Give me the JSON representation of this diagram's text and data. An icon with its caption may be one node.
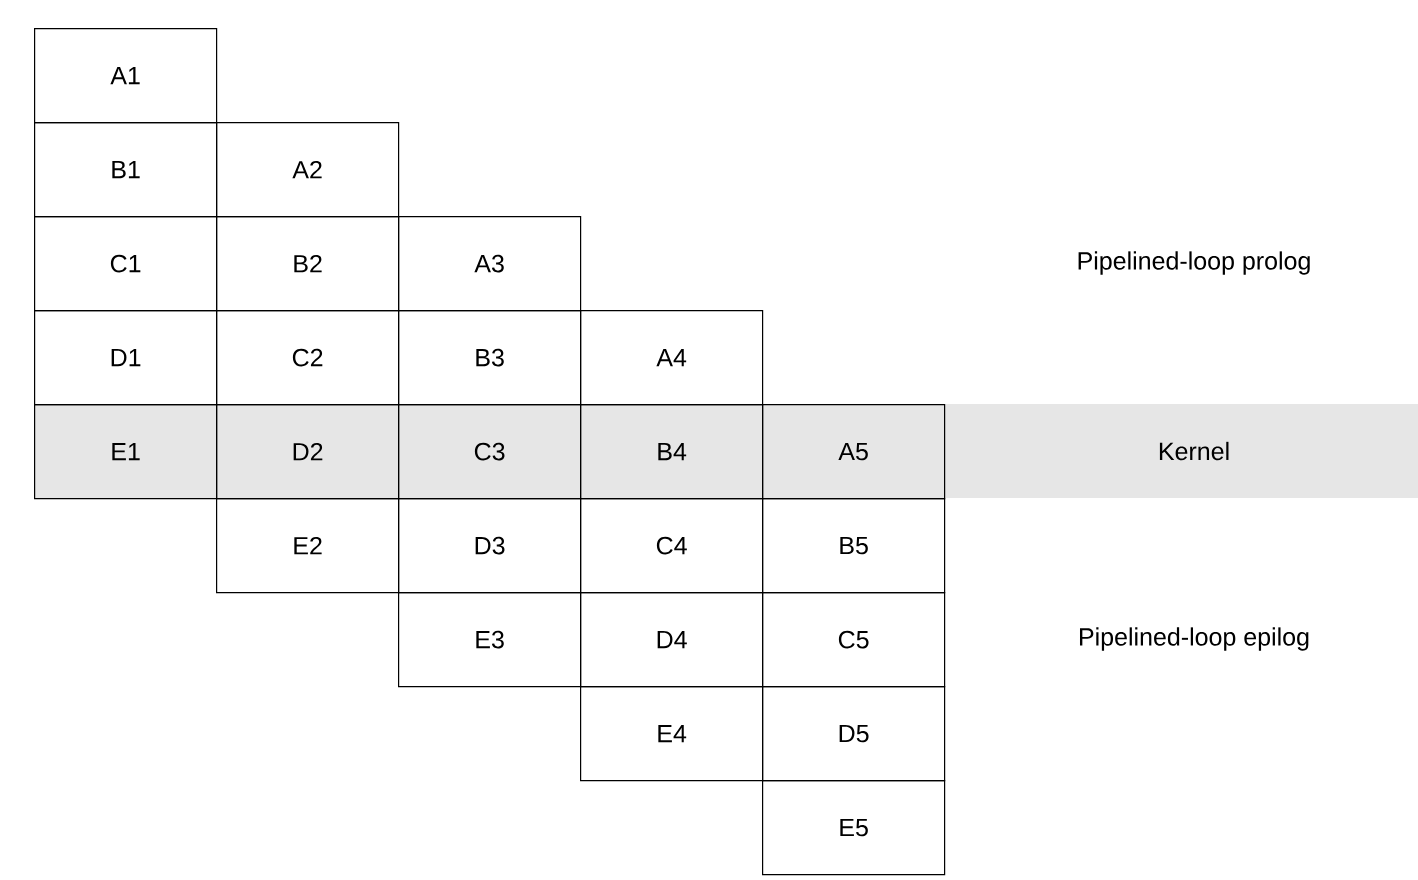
{
  "diagram": {
    "nodes": [
      {
        "text": [
          "A1"
        ]
      },
      {
        "text": [
          "B1"
        ]
      },
      {
        "text": [
          "A2"
        ]
      },
      {
        "text": [
          "C1"
        ]
      },
      {
        "text": [
          "B2"
        ]
      },
      {
        "text": [
          "A3"
        ]
      },
      {
        "text": [
          "D1"
        ]
      },
      {
        "text": [
          "C2"
        ]
      },
      {
        "text": [
          "B3"
        ]
      },
      {
        "text": [
          "A4"
        ]
      },
      {
        "text": [
          "Kernel"
        ]
      },
      {
        "text": [
          "E1"
        ],
        "in": 10
      },
      {
        "text": [
          "D2"
        ],
        "in": 10
      },
      {
        "text": [
          "C3"
        ],
        "in": 10
      },
      {
        "text": [
          "B4"
        ],
        "in": 10
      },
      {
        "text": [
          "A5"
        ],
        "in": 10
      },
      {
        "text": [
          "E2"
        ]
      },
      {
        "text": [
          "D3"
        ]
      },
      {
        "text": [
          "C4"
        ]
      },
      {
        "text": [
          "B5"
        ]
      },
      {
        "text": [
          "E3"
        ]
      },
      {
        "text": [
          "D4"
        ]
      },
      {
        "text": [
          "C5"
        ]
      },
      {
        "text": [
          "E4"
        ]
      },
      {
        "text": [
          "D5"
        ]
      },
      {
        "text": [
          "E5"
        ]
      }
    ],
    "labels": [
      "Pipelined-loop prolog",
      "Pipelined-loop epilog"
    ]
  }
}
